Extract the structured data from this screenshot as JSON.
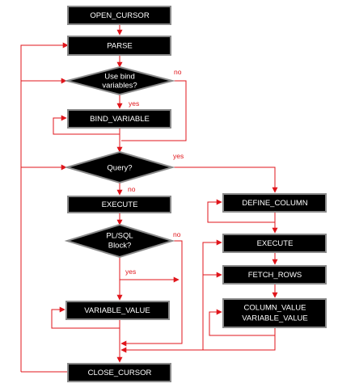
{
  "diagram": {
    "nodes": {
      "open_cursor": "OPEN_CURSOR",
      "parse": "PARSE",
      "use_bind": [
        "Use bind",
        "variables?"
      ],
      "bind_variable": "BIND_VARIABLE",
      "query": "Query?",
      "execute_left": "EXECUTE",
      "plsql_block": [
        "PL/SQL",
        "Block?"
      ],
      "variable_value": "VARIABLE_VALUE",
      "close_cursor": "CLOSE_CURSOR",
      "define_column": "DEFINE_COLUMN",
      "execute_right": "EXECUTE",
      "fetch_rows": "FETCH_ROWS",
      "column_variable_value": [
        "COLUMN_VALUE",
        "VARIABLE_VALUE"
      ]
    },
    "edge_labels": {
      "use_bind_no": "no",
      "use_bind_yes": "yes",
      "query_yes": "yes",
      "query_no": "no",
      "plsql_no": "no",
      "plsql_yes": "yes"
    },
    "colors": {
      "node_fill": "#000000",
      "node_border": "#8a8a8a",
      "node_text": "#ffffff",
      "edge": "#e0151b"
    }
  }
}
